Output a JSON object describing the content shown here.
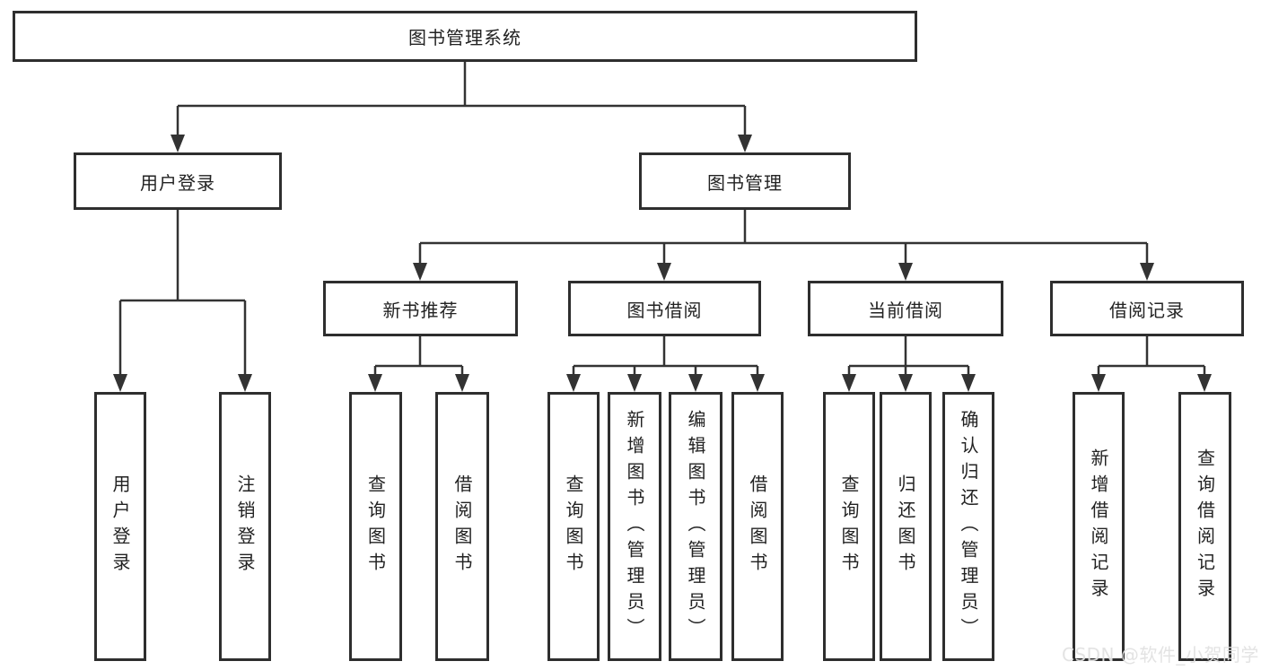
{
  "diagram": {
    "title": "图书管理系统",
    "root": {
      "label": "图书管理系统"
    },
    "level2": [
      {
        "label": "用户登录"
      },
      {
        "label": "图书管理"
      }
    ],
    "level3": [
      {
        "label": "新书推荐"
      },
      {
        "label": "图书借阅"
      },
      {
        "label": "当前借阅"
      },
      {
        "label": "借阅记录"
      }
    ],
    "leaves": [
      {
        "label": "用户登录"
      },
      {
        "label": "注销登录"
      },
      {
        "label": "查询图书"
      },
      {
        "label": "借阅图书"
      },
      {
        "label": "查询图书"
      },
      {
        "label": "新增图书（管理员）"
      },
      {
        "label": "编辑图书（管理员）"
      },
      {
        "label": "借阅图书"
      },
      {
        "label": "查询图书"
      },
      {
        "label": "归还图书"
      },
      {
        "label": "确认归还（管理员）"
      },
      {
        "label": "新增借阅记录"
      },
      {
        "label": "查询借阅记录"
      }
    ]
  },
  "watermark": {
    "text": "CSDN @软件_小贺同学"
  },
  "colors": {
    "background": "#ffffff",
    "line": "#333333",
    "box_border": "#2e2e2e",
    "text": "#222222",
    "watermark": "#e2e2e2"
  }
}
